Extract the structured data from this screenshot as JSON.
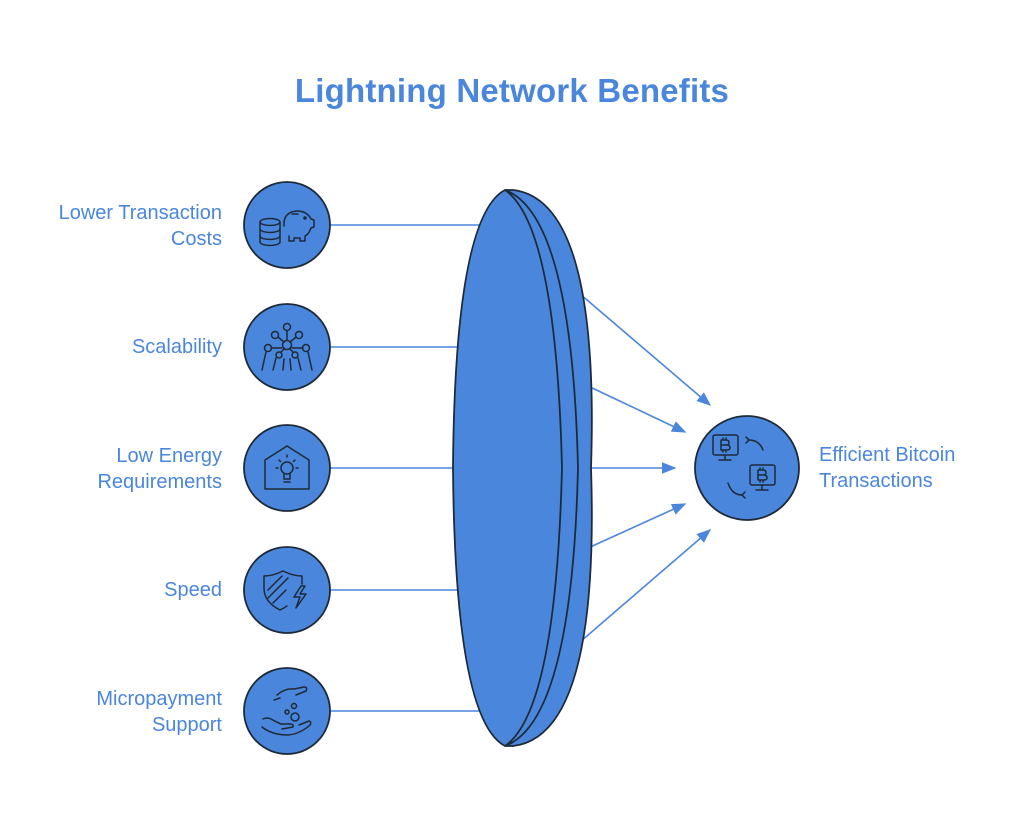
{
  "title": "Lightning Network Benefits",
  "colors": {
    "accent": "#4a86dc",
    "fill": "#4a86dc",
    "stroke": "#1e2a38",
    "connector": "#4a86dc"
  },
  "inputs": [
    {
      "lines": [
        "Lower Transaction",
        "Costs"
      ],
      "icon": "piggy-bank-coins-icon"
    },
    {
      "lines": [
        "Scalability"
      ],
      "icon": "network-nodes-icon"
    },
    {
      "lines": [
        "Low Energy",
        "Requirements"
      ],
      "icon": "house-lightbulb-icon"
    },
    {
      "lines": [
        "Speed"
      ],
      "icon": "shield-lightning-icon"
    },
    {
      "lines": [
        "Micropayment",
        "Support"
      ],
      "icon": "hand-coins-icon"
    }
  ],
  "output": {
    "lines": [
      "Efficient Bitcoin",
      "Transactions"
    ],
    "icon": "bitcoin-exchange-icon"
  }
}
